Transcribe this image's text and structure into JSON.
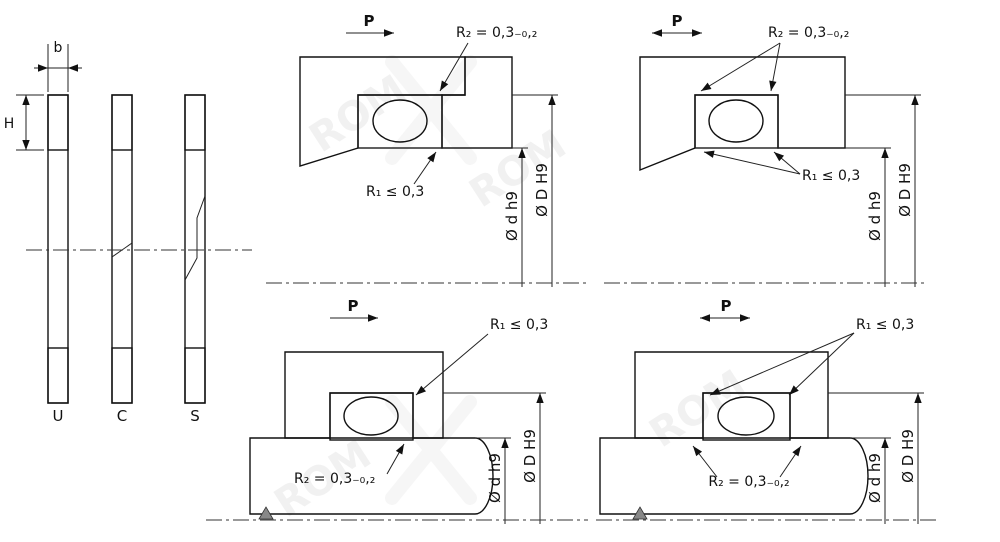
{
  "diagram": {
    "cross_sections": {
      "width_label": "b",
      "height_label": "H",
      "types": [
        "U",
        "C",
        "S"
      ]
    },
    "annotations": {
      "pressure": "P",
      "radius_r2": "R₂ = 0,3₋₀,₂",
      "radius_r1": "R₁ ≤ 0,3",
      "rod_diameter": "Ø d h9",
      "bore_diameter": "Ø D H9"
    },
    "watermark": "ROM",
    "colors": {
      "housing_gray": "#bdbdbd",
      "shaft_gray": "#a0a0a0",
      "line": "#111111"
    }
  }
}
